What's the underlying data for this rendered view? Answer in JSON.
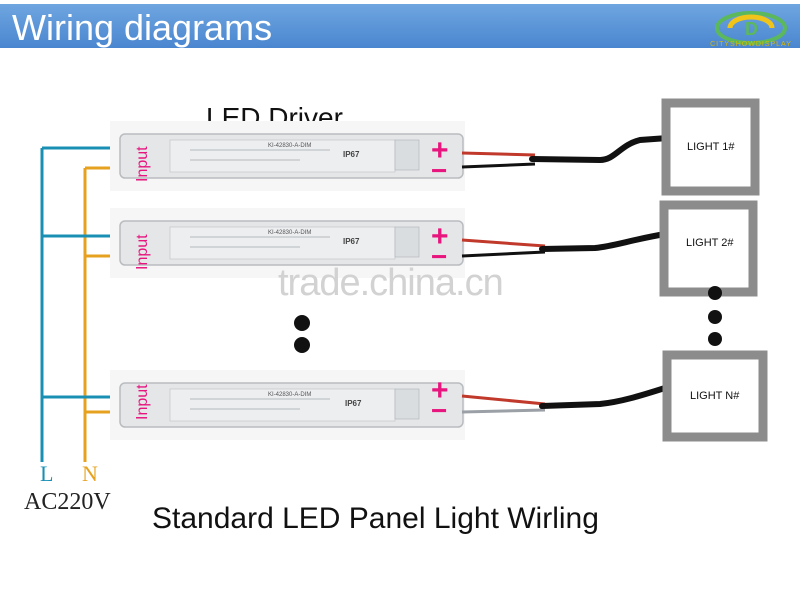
{
  "header": {
    "title": "Wiring diagrams",
    "brand": "CITYSHOWDISPLAY"
  },
  "driver_heading": "LED Driver",
  "drivers": [
    {
      "input_label": "Input",
      "model": "KI-42830-A-DIM",
      "rating": "IP67",
      "plus": "+",
      "minus": "−"
    },
    {
      "input_label": "Input",
      "model": "KI-42830-A-DIM",
      "rating": "IP67",
      "plus": "+",
      "minus": "−"
    },
    {
      "input_label": "Input",
      "model": "KI-42830-A-DIM",
      "rating": "IP67",
      "plus": "+",
      "minus": "−"
    }
  ],
  "lights": [
    {
      "label": "LIGHT 1#"
    },
    {
      "label": "LIGHT 2#"
    },
    {
      "label": "LIGHT N#"
    }
  ],
  "mains": {
    "live": "L",
    "neutral": "N",
    "voltage": "AC220V"
  },
  "watermark": "trade.china.cn",
  "caption": "Standard  LED Panel Light Wirling",
  "colors": {
    "header": "#4a86d0",
    "live_wire": "#1a8fb4",
    "neutral_wire": "#e6a21f",
    "terminal": "#e8157e",
    "red_wire": "#c0392b",
    "black_wire": "#111111",
    "frame": "#8c8c8c"
  }
}
